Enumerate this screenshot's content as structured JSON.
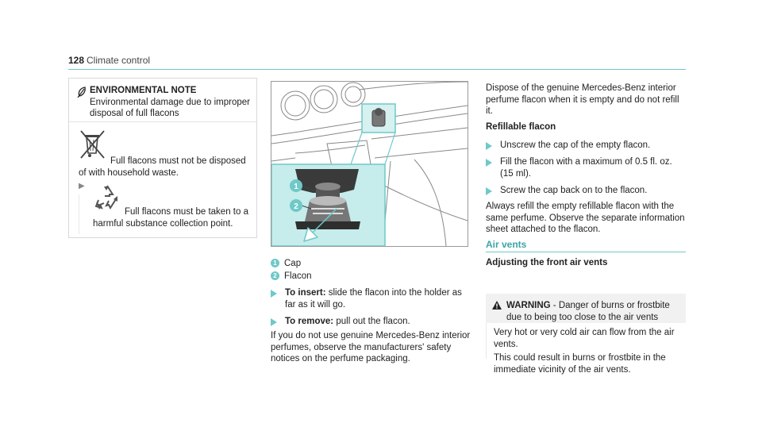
{
  "header": {
    "page_number": "128",
    "title": "Climate control"
  },
  "environmental_note": {
    "label": "ENVIRONMENTAL NOTE",
    "text": "Environmental damage due to improper disposal of full flacons",
    "dispose_text": "Full flacons must not be disposed of with household waste.",
    "recycle_text": "Full flacons must be taken to a harmful substance collection point."
  },
  "illustration": {
    "callouts": [
      "1",
      "2"
    ]
  },
  "legend": [
    {
      "num": "1",
      "label": "Cap"
    },
    {
      "num": "2",
      "label": "Flacon"
    }
  ],
  "insert_step": {
    "label": "To insert:",
    "text": "slide the flacon into the holder as far as it will go."
  },
  "remove_step": {
    "label": "To remove:",
    "text": "pull out the flacon."
  },
  "genuine_note": "If you do not use genuine Mercedes-Benz interior perfumes, observe the manufacturers' safety notices on the perfume packaging.",
  "dispose_para": "Dispose of the genuine Mercedes-Benz interior perfume flacon when it is empty and do not refill it.",
  "refillable": {
    "heading": "Refillable flacon",
    "steps": [
      "Unscrew the cap of the empty flacon.",
      "Fill the flacon with a maximum of 0.5 fl. oz. (15 ml).",
      "Screw the cap back on to the flacon."
    ],
    "note": "Always refill the empty refillable flacon with the same perfume. Observe the separate information sheet attached to the flacon."
  },
  "air_vents": {
    "section_title": "Air vents",
    "subheading": "Adjusting the front air vents",
    "warning_label": "WARNING",
    "warning_head": " - Danger of burns or frostbite due to being too close to the air vents",
    "warning_p1": "Very hot or very cold air can flow from the air vents.",
    "warning_p2": "This could result in burns or frostbite in the immediate vicinity of the air vents."
  },
  "colors": {
    "accent": "#6fc9c8",
    "accent_text": "#3aa6a5"
  }
}
